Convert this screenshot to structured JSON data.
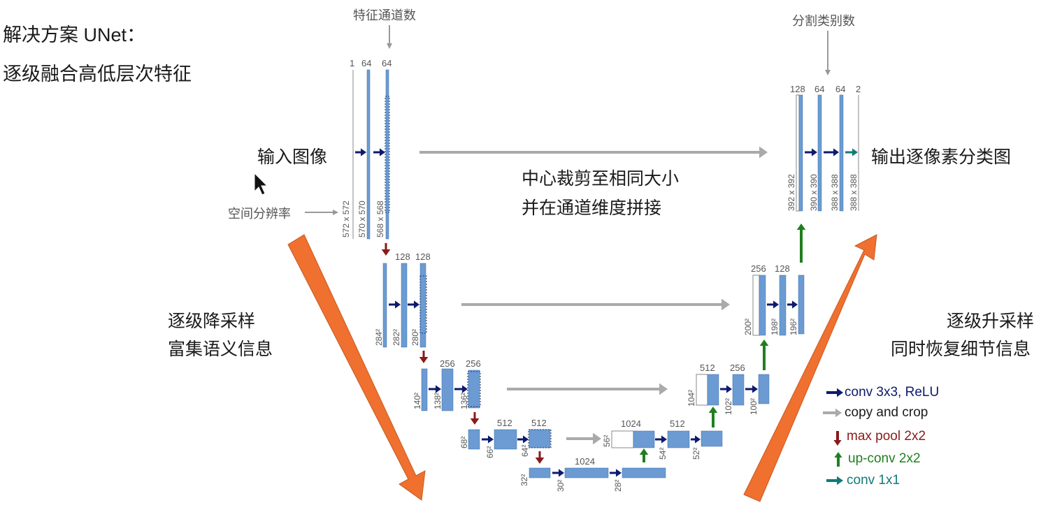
{
  "title_line1": "解决方案 UNet：",
  "title_line2": "逐级融合高低层次特征",
  "annotations": {
    "feature_channels": "特征通道数",
    "num_classes": "分割类别数",
    "input_image": "输入图像",
    "spatial_resolution": "空间分辨率",
    "center_crop_line1": "中心裁剪至相同大小",
    "center_crop_line2": "并在通道维度拼接",
    "output_map": "输出逐像素分类图",
    "downsample_line1": "逐级降采样",
    "downsample_line2": "富集语义信息",
    "upsample_line1": "逐级升采样",
    "upsample_line2": "同时恢复细节信息"
  },
  "legend": {
    "conv": "conv 3x3, ReLU",
    "copy": "copy and crop",
    "pool": "max pool 2x2",
    "upconv": "up-conv 2x2",
    "conv1x1": "conv 1x1"
  },
  "colors": {
    "block": "#6b9bd2",
    "block_border": "#3f6ea8",
    "conv_arrow": "#0d1a6e",
    "copy_arrow": "#aaaaaa",
    "pool_arrow": "#8b1a1a",
    "upconv_arrow": "#1f7f1f",
    "conv1x1_arrow": "#117a77",
    "big_arrow": "#f07030"
  },
  "diagram": {
    "enc1_channels": [
      "1",
      "64",
      "64"
    ],
    "enc1_sizes": [
      "572 x 572",
      "570 x 570",
      "568 x 568"
    ],
    "enc2_channels": [
      "128",
      "128"
    ],
    "enc2_sizes": [
      "284²",
      "282²",
      "280²"
    ],
    "enc3_channels": [
      "256",
      "256"
    ],
    "enc3_sizes": [
      "140²",
      "138²",
      "136²"
    ],
    "enc4_channels": [
      "512",
      "512"
    ],
    "enc4_sizes": [
      "68²",
      "66²",
      "64²"
    ],
    "bottleneck_channels": [
      "1024"
    ],
    "bottleneck_sizes": [
      "32²",
      "30²",
      "28²"
    ],
    "dec4_channels": [
      "1024",
      "512"
    ],
    "dec4_sizes": [
      "56²",
      "54²",
      "52²"
    ],
    "dec3_channels": [
      "512",
      "256"
    ],
    "dec3_sizes": [
      "104²",
      "102²",
      "100²"
    ],
    "dec2_channels": [
      "256",
      "128"
    ],
    "dec2_sizes": [
      "200²",
      "198²",
      "196²"
    ],
    "dec1_channels": [
      "128",
      "64",
      "64",
      "2"
    ],
    "dec1_sizes": [
      "392 x 392",
      "390 x 390",
      "388 x 388",
      "388 x 388"
    ]
  }
}
